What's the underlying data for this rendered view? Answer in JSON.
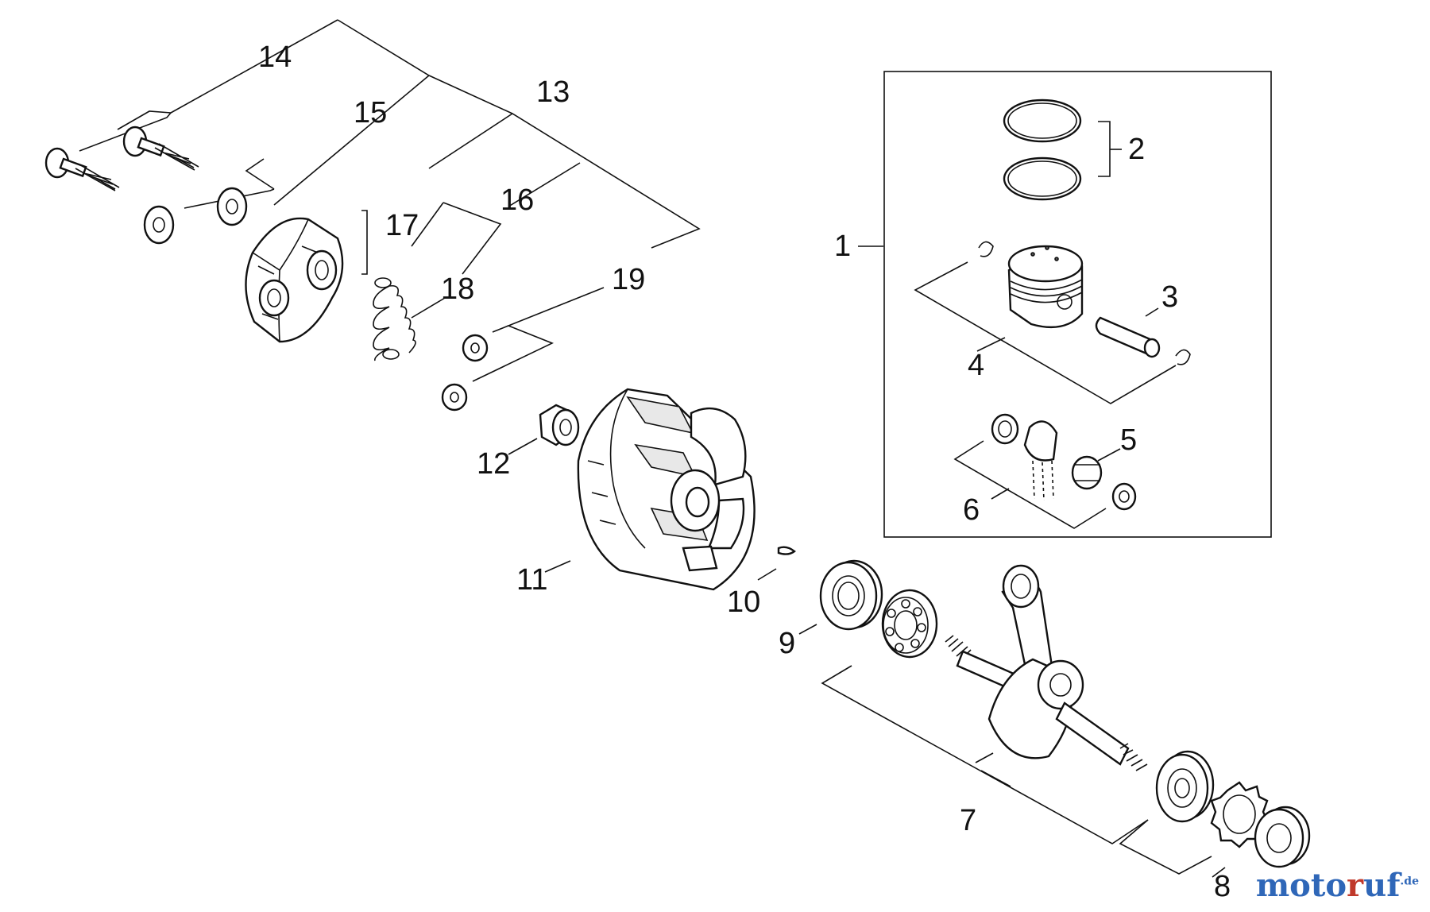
{
  "callouts": {
    "c1": "1",
    "c2": "2",
    "c3": "3",
    "c4": "4",
    "c5": "5",
    "c6": "6",
    "c7": "7",
    "c8": "8",
    "c9": "9",
    "c10": "10",
    "c11": "11",
    "c12": "12",
    "c13": "13",
    "c14": "14",
    "c15": "15",
    "c16": "16",
    "c17": "17",
    "c18": "18",
    "c19": "19"
  },
  "watermark": {
    "text": "motoruf",
    "tld": ".de",
    "color_primary": "#2f67b8",
    "color_accent": "#c0392b"
  }
}
